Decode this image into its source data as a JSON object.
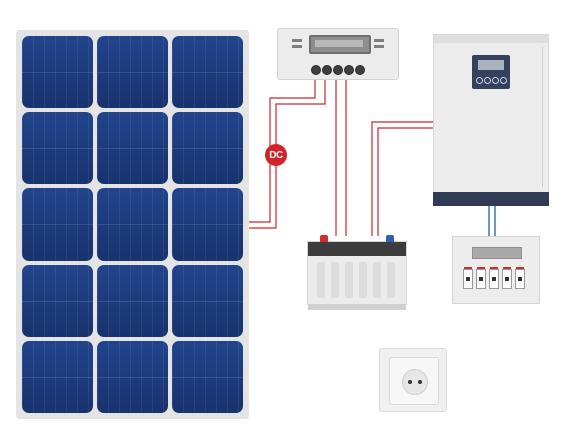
{
  "diagram": {
    "badge": {
      "label": "DC"
    },
    "colors": {
      "panel_cell": "#1b3a7a",
      "panel_frame": "#e4e4e4",
      "wire_red": "#c9272e",
      "wire_blue": "#2c6aa6",
      "device_body": "#ececec",
      "inverter_accent": "#2f3b57"
    },
    "components": [
      {
        "name": "solar-panel",
        "icon": "solar-panel-icon"
      },
      {
        "name": "charge-controller",
        "icon": "charge-controller-icon"
      },
      {
        "name": "inverter",
        "icon": "inverter-icon"
      },
      {
        "name": "battery",
        "icon": "battery-icon"
      },
      {
        "name": "breaker-box",
        "icon": "breaker-box-icon"
      },
      {
        "name": "power-socket",
        "icon": "power-socket-icon"
      }
    ]
  }
}
